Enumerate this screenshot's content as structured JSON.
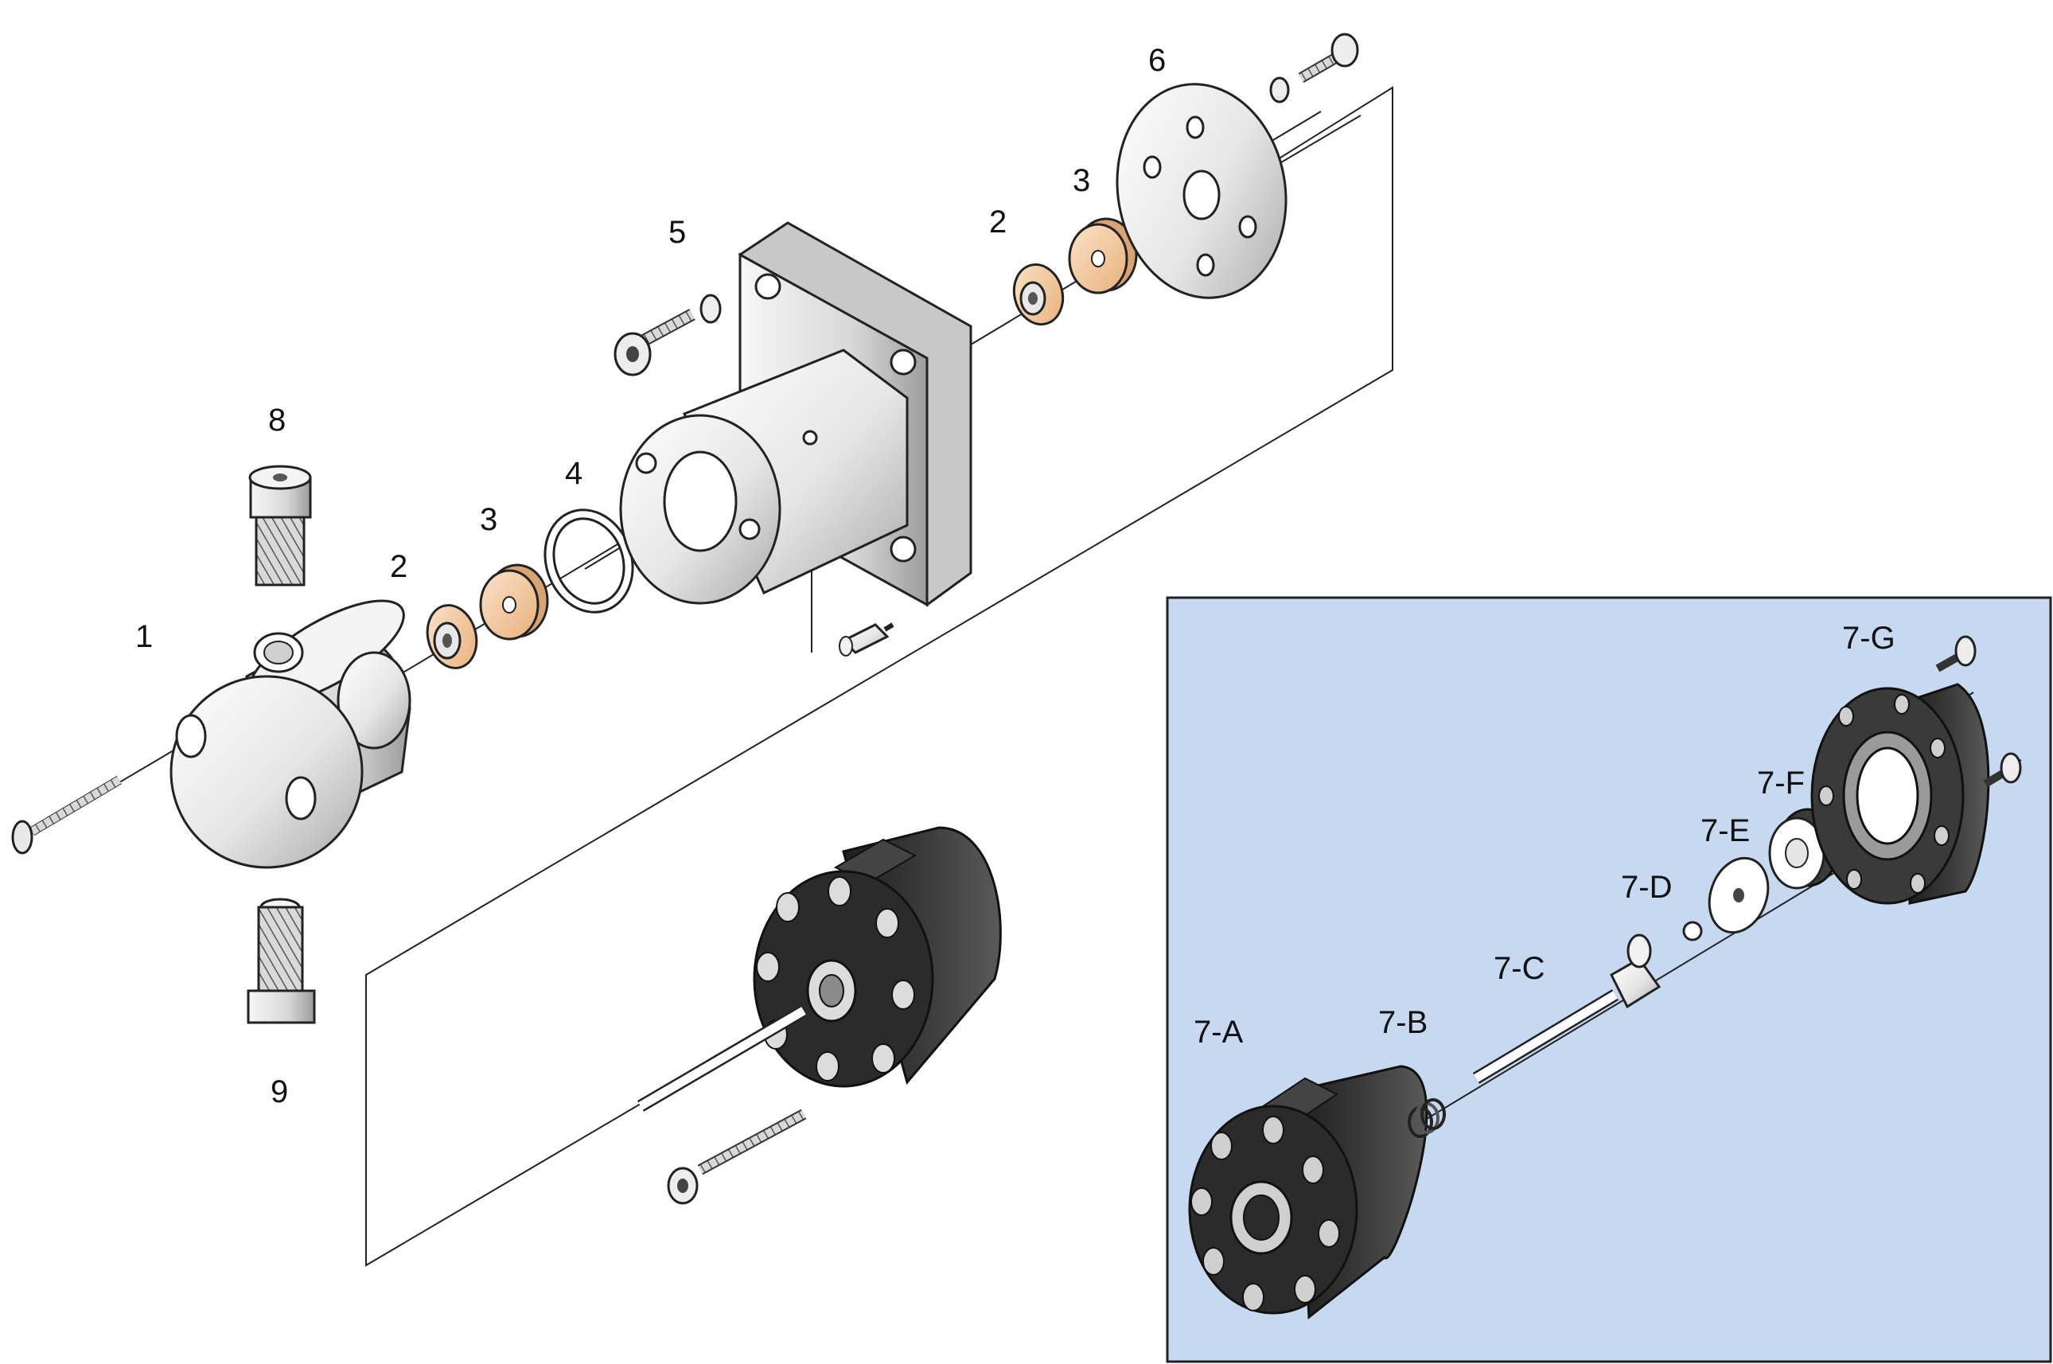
{
  "main_assembly": {
    "labels": {
      "part_1": "1",
      "part_2_left": "2",
      "part_3_left": "3",
      "part_4": "4",
      "part_5": "5",
      "part_2_right": "2",
      "part_3_right": "3",
      "part_6": "6",
      "part_8": "8",
      "part_9": "9"
    }
  },
  "inset": {
    "background_color": "#c7d9f1",
    "labels": {
      "part_7a": "7-A",
      "part_7b": "7-B",
      "part_7c": "7-C",
      "part_7d": "7-D",
      "part_7e": "7-E",
      "part_7f": "7-F",
      "part_7g": "7-G"
    }
  },
  "colors": {
    "metal_light": "#f2f2f2",
    "metal_shade": "#b9b9b9",
    "dark_part": "#2e2e2e",
    "seal_tan": "#f3c79d",
    "outline": "#222222"
  }
}
